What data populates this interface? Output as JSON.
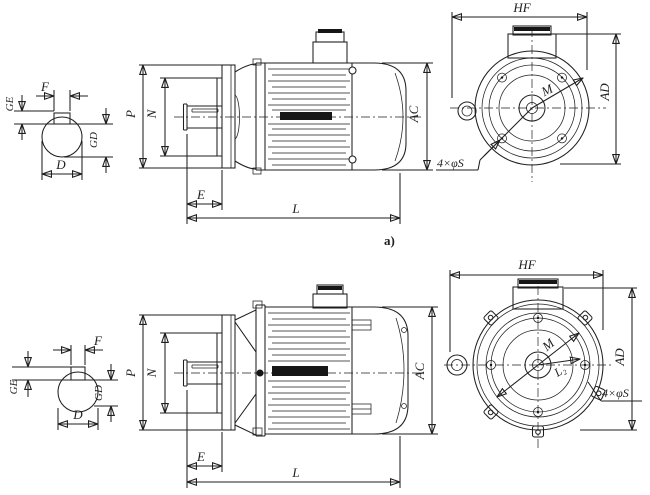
{
  "page": {
    "background": "#ffffff",
    "ink": "#1f1f1f"
  },
  "drawing": {
    "caption": "a)",
    "top": {
      "shaft_section": {
        "f": "F",
        "ge": "GE",
        "gd": "GD",
        "d": "D"
      },
      "side_view": {
        "p": "P",
        "n": "N",
        "e": "E",
        "l": "L",
        "ac": "AC"
      },
      "front_view": {
        "hf": "HF",
        "ad": "AD",
        "m": "M",
        "bolt_note": "4×φS"
      }
    },
    "bottom": {
      "shaft_section": {
        "f": "F",
        "ge": "GE",
        "gd": "GD",
        "d": "D"
      },
      "side_view": {
        "p": "P",
        "n": "N",
        "e": "E",
        "l": "L",
        "ac": "AC"
      },
      "front_view": {
        "hf": "HF",
        "ad": "AD",
        "m": "M",
        "l2": "L₂",
        "bolt_note": "4×φS"
      }
    }
  }
}
